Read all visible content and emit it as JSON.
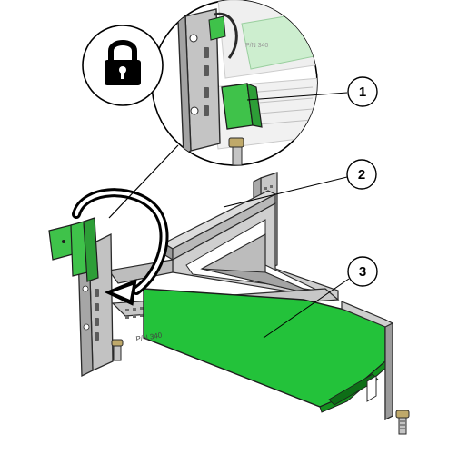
{
  "figure": {
    "lock_state_icon": "padlock-closed-icon",
    "rotation_arrow_icon": "clockwise-rotation-arrow-icon",
    "engraved_text": "P/N 340",
    "callouts": [
      {
        "number": "1"
      },
      {
        "number": "2"
      },
      {
        "number": "3"
      }
    ]
  },
  "colors": {
    "card_green": "#23c23a",
    "tab_green": "#3fc24a",
    "metal_light": "#d9d9d9",
    "metal_mid": "#b8b8b8",
    "metal_dark": "#8e8e8e",
    "outline": "#2a2a2a"
  }
}
